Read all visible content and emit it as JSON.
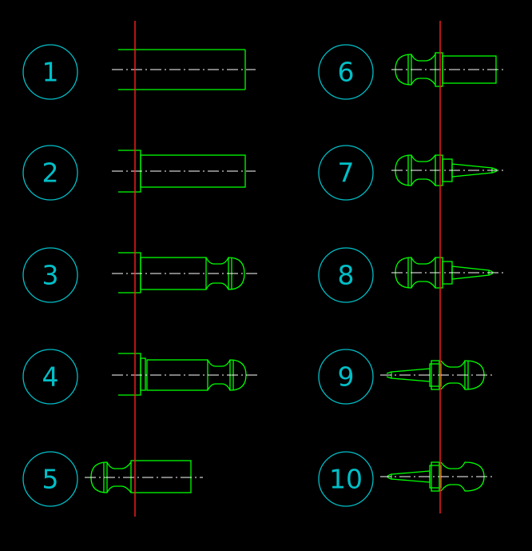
{
  "colors": {
    "background": "#000000",
    "part": "#00ff00",
    "label": "#00bfc8",
    "axis": "#ffffff",
    "reference_line": "#ff2020"
  },
  "steps": [
    {
      "label": "1"
    },
    {
      "label": "2"
    },
    {
      "label": "3"
    },
    {
      "label": "4"
    },
    {
      "label": "5"
    },
    {
      "label": "6"
    },
    {
      "label": "7"
    },
    {
      "label": "8"
    },
    {
      "label": "9"
    },
    {
      "label": "10"
    }
  ]
}
